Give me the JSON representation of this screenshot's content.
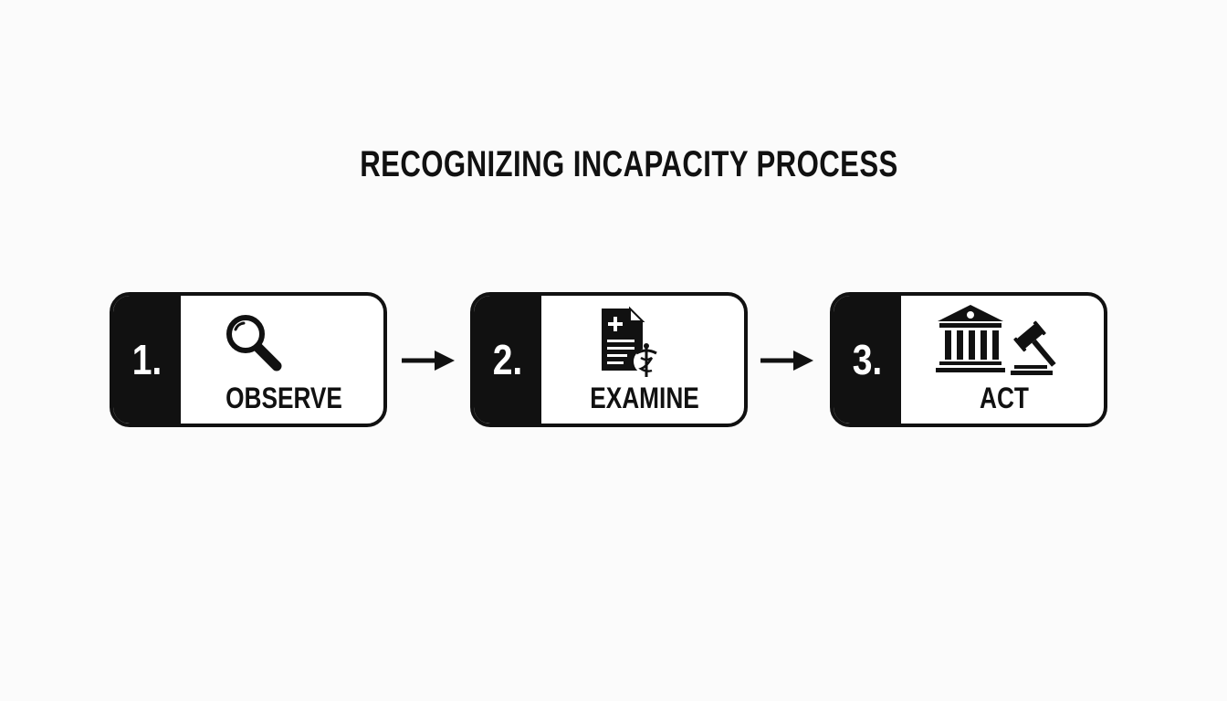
{
  "title": "RECOGNIZING INCAPACITY PROCESS",
  "steps": [
    {
      "number": "1.",
      "label": "OBSERVE",
      "icon": "magnifying-glass-icon"
    },
    {
      "number": "2.",
      "label": "EXAMINE",
      "icon": "medical-record-icon"
    },
    {
      "number": "3.",
      "label": "ACT",
      "icon": "courthouse-gavel-icon"
    }
  ],
  "colors": {
    "background": "#fbfbfb",
    "ink": "#111111",
    "box_fill": "#ffffff"
  }
}
